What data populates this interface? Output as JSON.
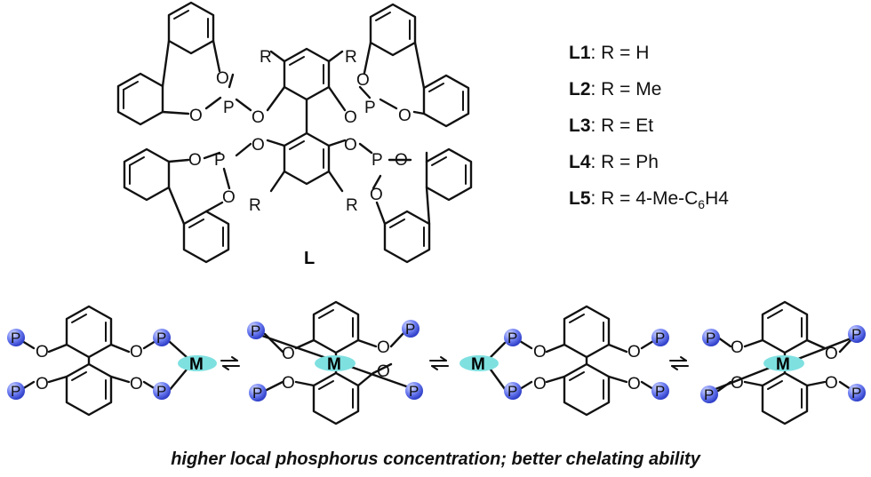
{
  "atoms": {
    "O": "O",
    "P": "P",
    "R": "R",
    "M": "M"
  },
  "compound_label": "L",
  "ligands": [
    {
      "code": "L1",
      "rest": ": R = H",
      "sub": "",
      "tail": ""
    },
    {
      "code": "L2",
      "rest": ": R = Me",
      "sub": "",
      "tail": ""
    },
    {
      "code": "L3",
      "rest": ": R = Et",
      "sub": "",
      "tail": ""
    },
    {
      "code": "L4",
      "rest": ": R = Ph",
      "sub": "",
      "tail": ""
    },
    {
      "code": "L5",
      "rest": ": R = 4-Me-C",
      "sub": "6",
      "tail": "H4"
    }
  ],
  "caption": "higher local phosphorus concentration; better chelating ability",
  "colors": {
    "phosphorus_ball": "#5a6ef0",
    "metal_disc": "#7fe0e0",
    "ink": "#111111"
  }
}
